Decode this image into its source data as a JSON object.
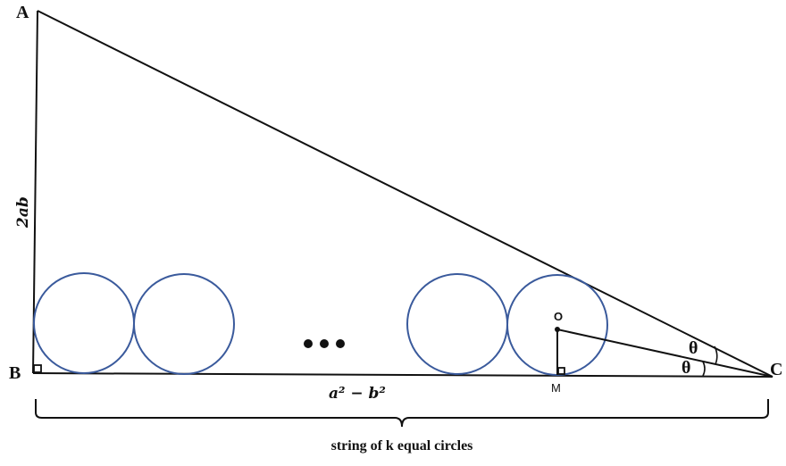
{
  "vertices": {
    "A": "A",
    "B": "B",
    "C": "C",
    "O": "O",
    "M": "M"
  },
  "side_labels": {
    "vertical": "2ab",
    "horizontal": "a² − b²"
  },
  "angle_labels": [
    "θ",
    "θ"
  ],
  "ellipsis": "•••",
  "caption": "string of k equal circles",
  "colors": {
    "circle": "#3a5a9c",
    "line": "#111111"
  }
}
